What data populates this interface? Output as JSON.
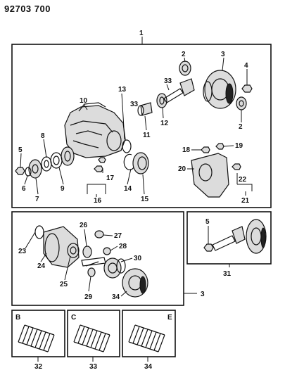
{
  "document_code": "92703 700",
  "callouts": {
    "c1": "1",
    "c2a": "2",
    "c2b": "2",
    "c3a": "3",
    "c3b": "3",
    "c4": "4",
    "c5a": "5",
    "c5b": "5",
    "c6": "6",
    "c7": "7",
    "c8": "8",
    "c9": "9",
    "c10": "10",
    "c11": "11",
    "c12": "12",
    "c13": "13",
    "c14": "14",
    "c15": "15",
    "c16": "16",
    "c17": "17",
    "c18": "18",
    "c19": "19",
    "c20": "20",
    "c21": "21",
    "c22": "22",
    "c23": "23",
    "c24": "24",
    "c25": "25",
    "c26": "26",
    "c27": "27",
    "c28": "28",
    "c29": "29",
    "c30": "30",
    "c31": "31",
    "c32": "32",
    "c33a": "33",
    "c33b": "33",
    "c34a": "34",
    "c34b": "34"
  },
  "spring_panels": [
    {
      "letter": "B",
      "part": "32"
    },
    {
      "letter": "C",
      "part": "33"
    },
    {
      "letter": "E",
      "part": "34"
    }
  ]
}
